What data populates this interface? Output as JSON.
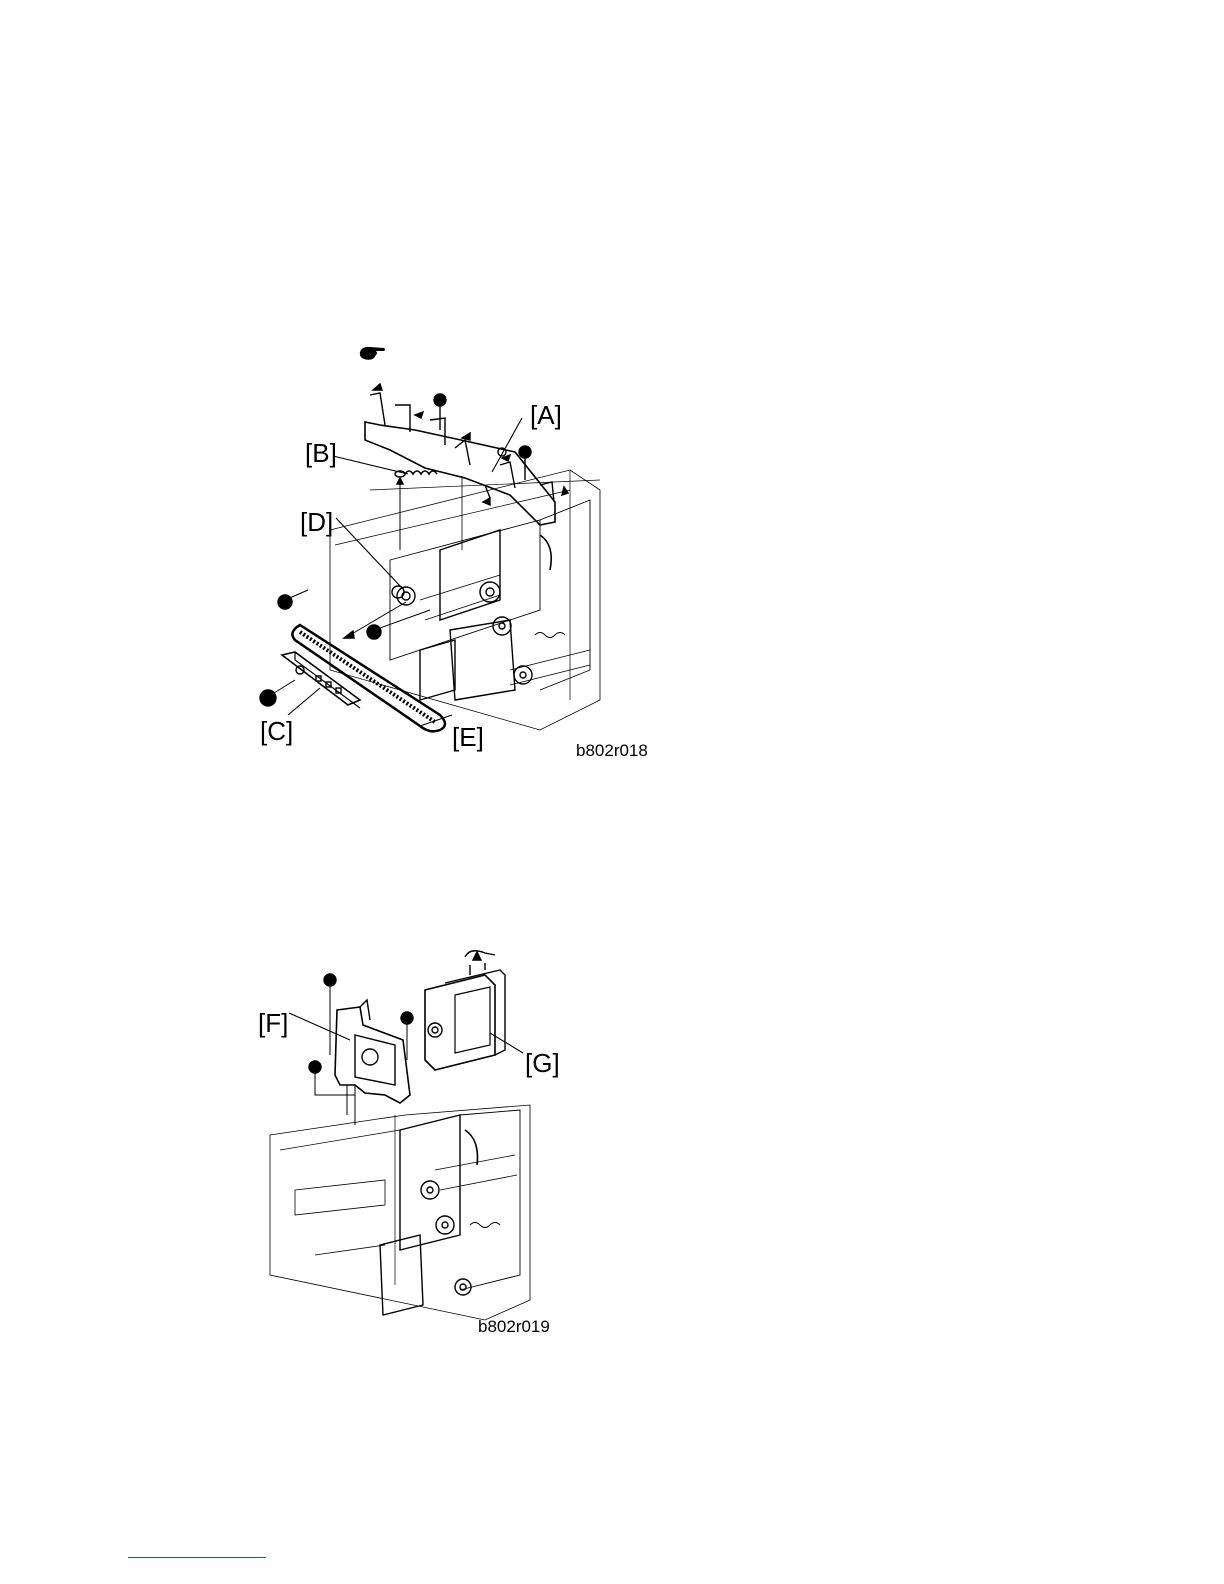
{
  "figure1": {
    "callouts": {
      "a": "[A]",
      "b": "[B]",
      "c": "[C]",
      "d": "[D]",
      "e": "[E]"
    },
    "image_code": "b802r018",
    "note_icon": "pointing-hand-icon"
  },
  "figure2": {
    "callouts": {
      "f": "[F]",
      "g": "[G]"
    },
    "image_code": "b802r019"
  },
  "colors": {
    "line": "#000000",
    "footer_rule": "#1a4bd6"
  }
}
